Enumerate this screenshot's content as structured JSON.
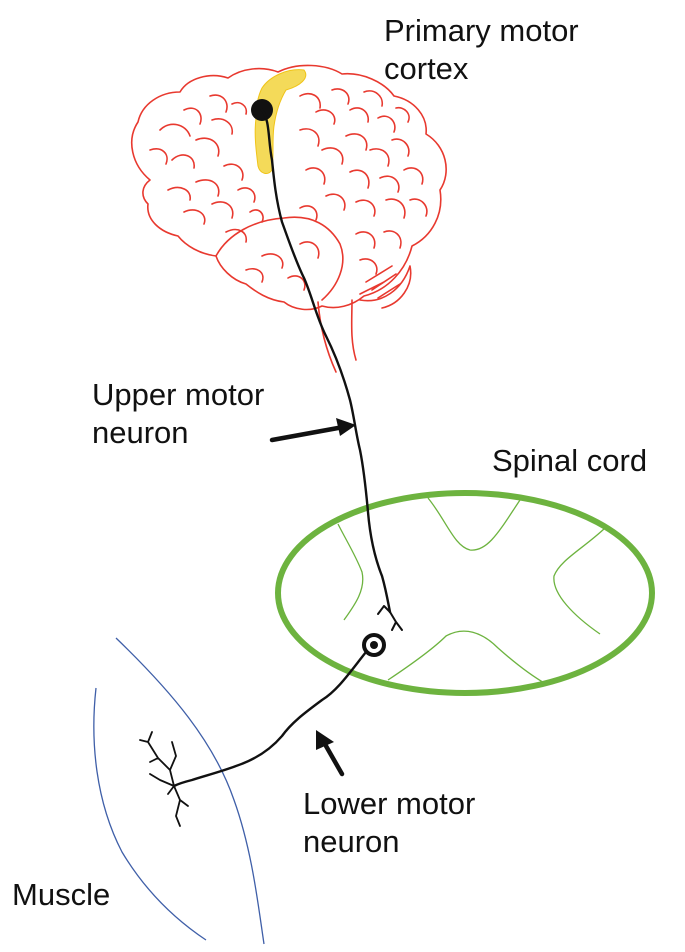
{
  "labels": {
    "primary_motor_cortex": [
      "Primary motor",
      "cortex"
    ],
    "upper_motor_neuron": [
      "Upper motor",
      "neuron"
    ],
    "spinal_cord": "Spinal cord",
    "lower_motor_neuron": [
      "Lower motor",
      "neuron"
    ],
    "muscle": "Muscle"
  },
  "colors": {
    "brain_outline": "#e8392f",
    "motor_cortex_highlight": "#f2d43c",
    "spinal_cord": "#6db33f",
    "muscle_lines": "#3f5fa8",
    "neuron": "#111111",
    "text": "#111111"
  }
}
